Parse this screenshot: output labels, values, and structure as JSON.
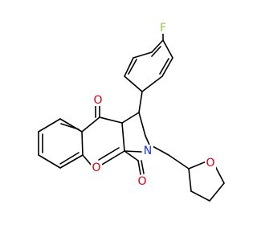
{
  "molecule": {
    "atoms": {
      "fluorine": {
        "symbol": "F",
        "color": "#95c94b"
      },
      "ketone_oxygen": {
        "symbol": "O",
        "color": "#d4000d"
      },
      "lactam_oxygen": {
        "symbol": "O",
        "color": "#d4000d"
      },
      "ring_oxygen_chromene": {
        "symbol": "O",
        "color": "#d4000d"
      },
      "ring_oxygen_thf": {
        "symbol": "O",
        "color": "#d4000d"
      },
      "nitrogen": {
        "symbol": "N",
        "color": "#1a34d6"
      }
    },
    "bond_color": "#000000"
  }
}
